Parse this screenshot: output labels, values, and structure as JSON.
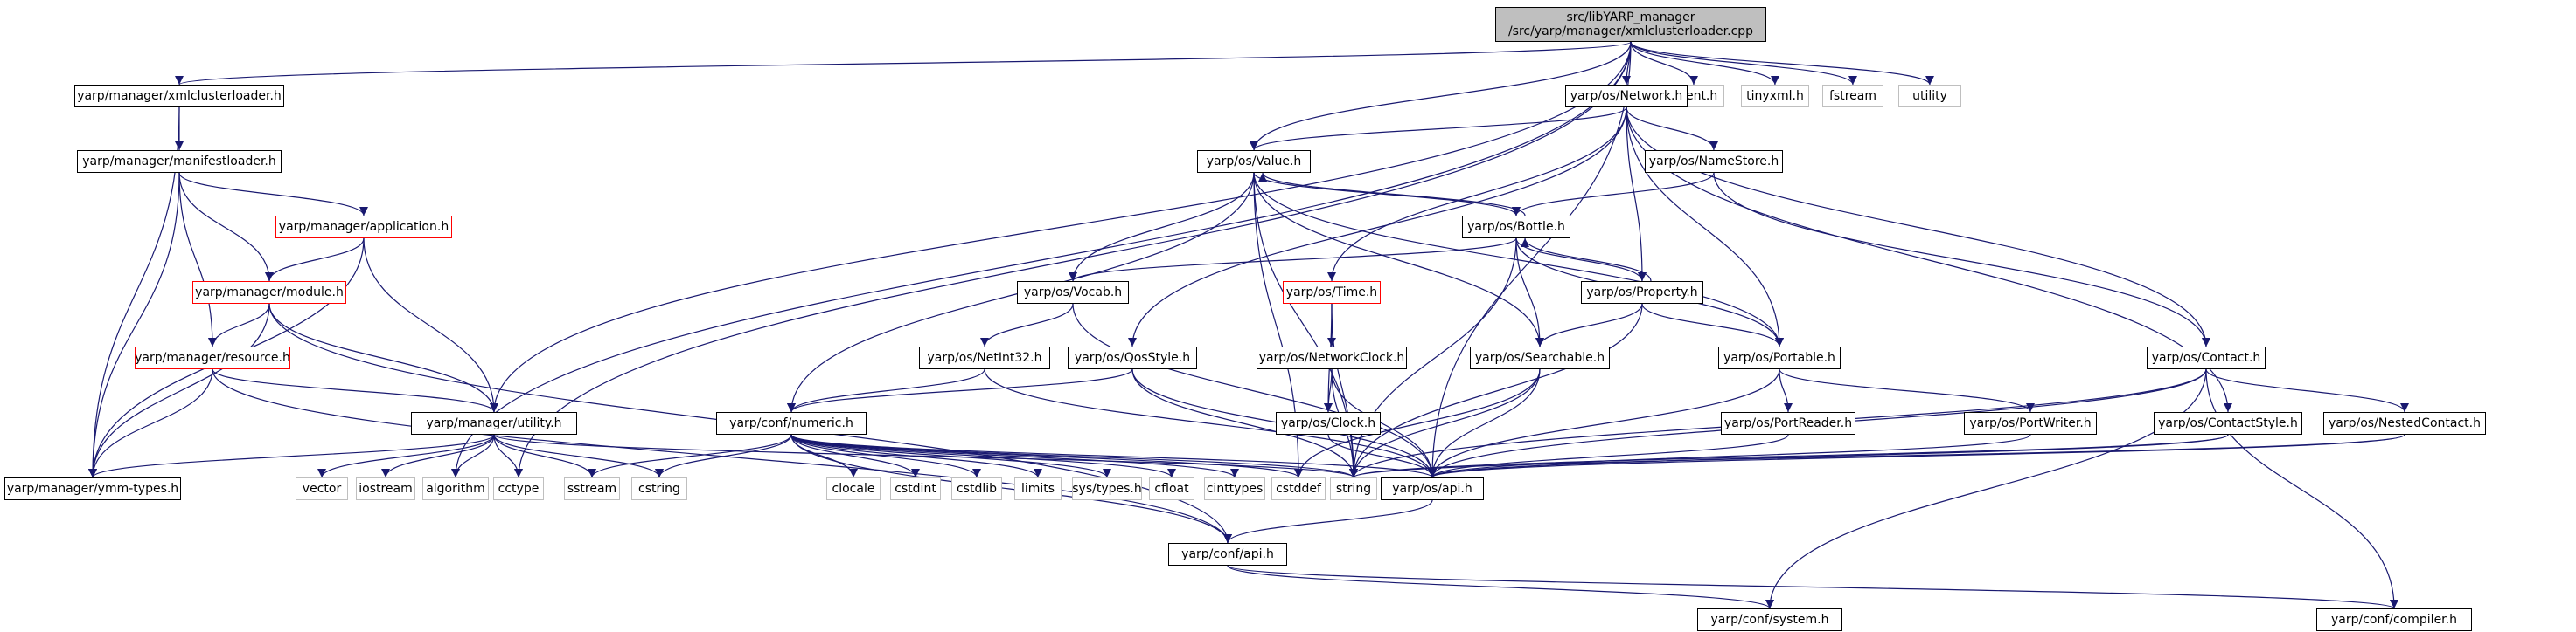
{
  "graph": {
    "root": {
      "line1": "src/libYARP_manager",
      "line2": "/src/yarp/manager/xmlclusterloader.cpp"
    },
    "edge_color": "#191970",
    "nodes": {
      "xmlclusterloader_h": "yarp/manager/xmlclusterloader.h",
      "manifestloader_h": "yarp/manager/manifestloader.h",
      "application_h": "yarp/manager/application.h",
      "module_h": "yarp/manager/module.h",
      "resource_h": "yarp/manager/resource.h",
      "utility_h": "yarp/manager/utility.h",
      "ymm_types_h": "yarp/manager/ymm-types.h",
      "vector": "vector",
      "iostream": "iostream",
      "algorithm": "algorithm",
      "cctype": "cctype",
      "sstream": "sstream",
      "cstring": "cstring",
      "network_h": "yarp/os/Network.h",
      "value_h": "yarp/os/Value.h",
      "namestore_h": "yarp/os/NameStore.h",
      "bottle_h": "yarp/os/Bottle.h",
      "vocab_h": "yarp/os/Vocab.h",
      "time_h": "yarp/os/Time.h",
      "property_h": "yarp/os/Property.h",
      "netint32_h": "yarp/os/NetInt32.h",
      "qosstyle_h": "yarp/os/QosStyle.h",
      "networkclock_h": "yarp/os/NetworkClock.h",
      "searchable_h": "yarp/os/Searchable.h",
      "portable_h": "yarp/os/Portable.h",
      "contact_h": "yarp/os/Contact.h",
      "numeric_h": "yarp/conf/numeric.h",
      "clock_h": "yarp/os/Clock.h",
      "portreader_h": "yarp/os/PortReader.h",
      "portwriter_h": "yarp/os/PortWriter.h",
      "contactstyle_h": "yarp/os/ContactStyle.h",
      "nestedcontact_h": "yarp/os/NestedContact.h",
      "clocale": "clocale",
      "cstdint": "cstdint",
      "cstdlib": "cstdlib",
      "limits": "limits",
      "sys_types_h": "sys/types.h",
      "cfloat": "cfloat",
      "cinttypes": "cinttypes",
      "cstddef": "cstddef",
      "string": "string",
      "os_api_h": "yarp/os/api.h",
      "conf_api_h": "yarp/conf/api.h",
      "system_h": "yarp/conf/system.h",
      "compiler_h": "yarp/conf/compiler.h",
      "dirent_h": "dirent.h",
      "tinyxml_h": "tinyxml.h",
      "fstream": "fstream",
      "utility": "utility"
    }
  }
}
